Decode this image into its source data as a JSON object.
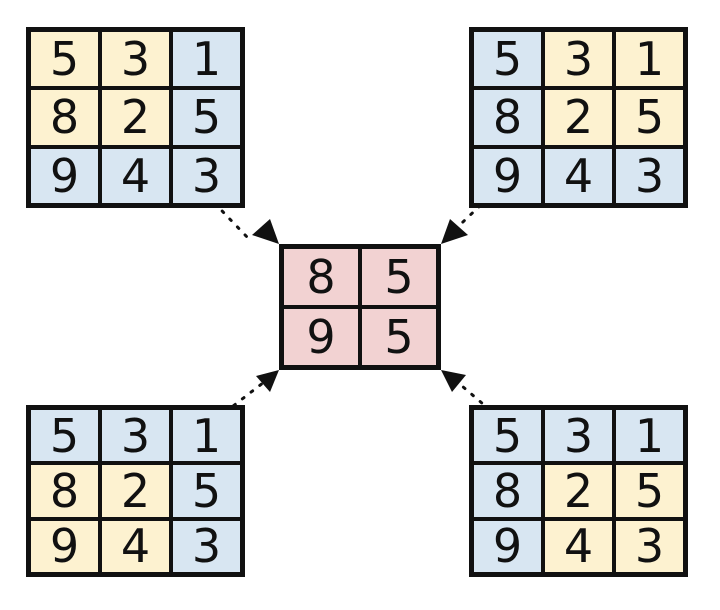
{
  "grid": [
    [
      "5",
      "3",
      "1"
    ],
    [
      "8",
      "2",
      "5"
    ],
    [
      "9",
      "4",
      "3"
    ]
  ],
  "pooled": [
    [
      "8",
      "5"
    ],
    [
      "9",
      "5"
    ]
  ],
  "highlights": {
    "top_left": [
      [
        "yellow",
        "yellow",
        "blue"
      ],
      [
        "yellow",
        "yellow",
        "blue"
      ],
      [
        "blue",
        "blue",
        "blue"
      ]
    ],
    "top_right": [
      [
        "blue",
        "yellow",
        "yellow"
      ],
      [
        "blue",
        "yellow",
        "yellow"
      ],
      [
        "blue",
        "blue",
        "blue"
      ]
    ],
    "bottom_left": [
      [
        "blue",
        "blue",
        "blue"
      ],
      [
        "yellow",
        "yellow",
        "blue"
      ],
      [
        "yellow",
        "yellow",
        "blue"
      ]
    ],
    "bottom_right": [
      [
        "blue",
        "blue",
        "blue"
      ],
      [
        "blue",
        "yellow",
        "yellow"
      ],
      [
        "blue",
        "yellow",
        "yellow"
      ]
    ]
  },
  "colors": {
    "yellow": "#fdf2d0",
    "blue": "#d8e6f2",
    "pooled": "#f2d2d2",
    "border": "#111111"
  }
}
